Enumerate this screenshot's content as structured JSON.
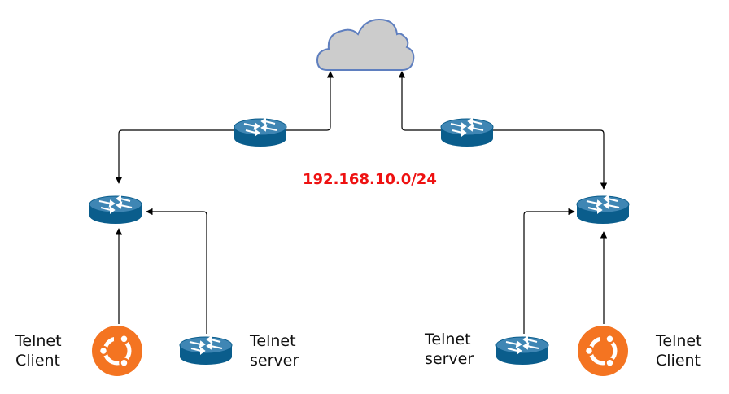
{
  "network": {
    "subnet_label": "192.168.10.0/24",
    "colors": {
      "subnet_text": "#ee1111",
      "router_body": "#0a5d8c",
      "router_top": "#3f86b4",
      "cloud_fill": "#cccccc",
      "cloud_stroke": "#5f7fbf",
      "ubuntu_orange": "#f47421",
      "link": "#000000"
    }
  },
  "nodes": {
    "cloud": {
      "icon": "cloud-icon"
    },
    "router_top_left": {
      "icon": "router-icon"
    },
    "router_top_right": {
      "icon": "router-icon"
    },
    "router_mid_left": {
      "icon": "router-icon"
    },
    "router_mid_right": {
      "icon": "router-icon"
    },
    "server_left": {
      "icon": "router-icon",
      "label_line1": "Telnet",
      "label_line2": "server"
    },
    "server_right": {
      "icon": "router-icon",
      "label_line1": "Telnet",
      "label_line2": "server"
    },
    "client_left": {
      "icon": "ubuntu-icon",
      "label_line1": "Telnet",
      "label_line2": "Client"
    },
    "client_right": {
      "icon": "ubuntu-icon",
      "label_line1": "Telnet",
      "label_line2": "Client"
    }
  }
}
